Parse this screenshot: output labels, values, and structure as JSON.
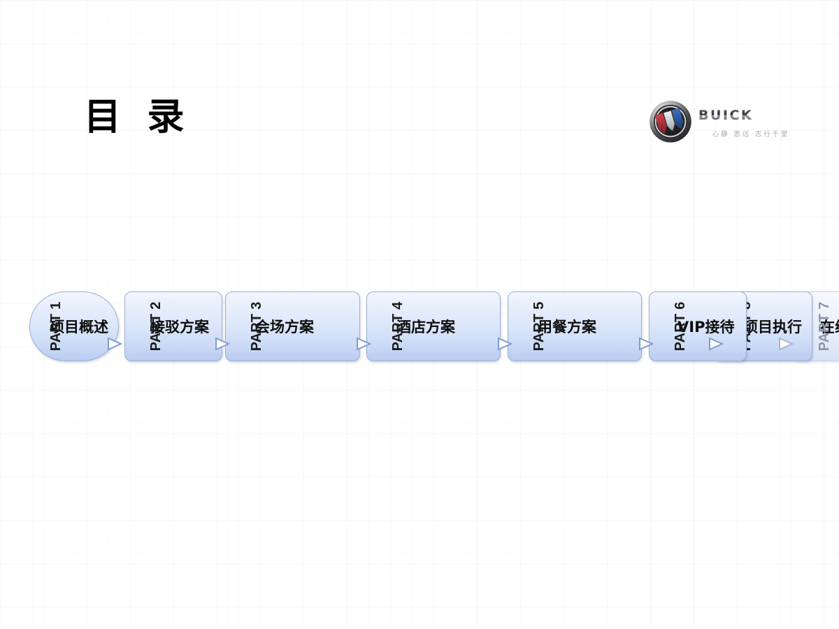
{
  "slide": {
    "title": "目  录",
    "background_color": "#ffffff"
  },
  "brand": {
    "name": "BUICK",
    "wordmark": "BUICK",
    "tagline": "心静 思远 志行千里",
    "shield_icon": "buick-tri-shield-icon",
    "colors": {
      "shield_red": "#b4232c",
      "shield_silver": "#c9ccd1",
      "shield_blue": "#1c4f9c",
      "ring_outer": "#3a3a3a",
      "wordmark_text": "#3a3a3a",
      "tagline_text": "#a9a9ad"
    }
  },
  "flow": {
    "accent_border": "#9bafd4",
    "fill_top": "#f3f7fe",
    "fill_bottom": "#b8cbf0",
    "items": [
      {
        "part": "PART 1",
        "label": "项目概述",
        "shape": "capsule",
        "state": "normal"
      },
      {
        "part": "PART 2",
        "label": "接驳方案",
        "shape": "rounded",
        "state": "normal"
      },
      {
        "part": "PART 3",
        "label": "会场方案",
        "shape": "rounded",
        "state": "normal"
      },
      {
        "part": "PART 4",
        "label": "酒店方案",
        "shape": "rounded",
        "state": "normal"
      },
      {
        "part": "PART 5",
        "label": "用餐方案",
        "shape": "rounded",
        "state": "normal"
      },
      {
        "part": "PART 6",
        "label": "VIP接待",
        "shape": "rounded",
        "state": "normal"
      },
      {
        "part": "PART 8",
        "label": "项目执行",
        "shape": "rounded",
        "state": "normal"
      },
      {
        "part": "PART 7",
        "label": "在线",
        "shape": "rounded",
        "state": "faded"
      }
    ]
  }
}
